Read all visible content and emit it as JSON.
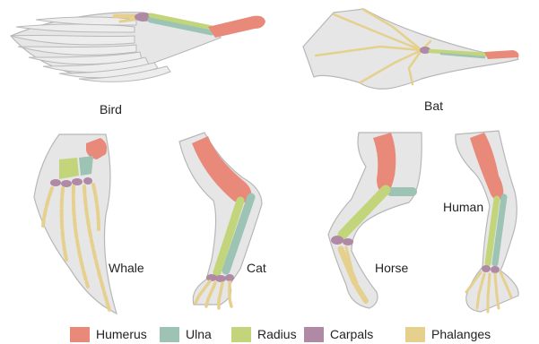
{
  "labels": {
    "bird": "Bird",
    "bat": "Bat",
    "whale": "Whale",
    "cat": "Cat",
    "horse": "Horse",
    "human": "Human"
  },
  "legend": [
    {
      "name": "humerus",
      "label": "Humerus",
      "color": "#e8897a"
    },
    {
      "name": "ulna",
      "label": "Ulna",
      "color": "#9cc3b4"
    },
    {
      "name": "radius",
      "label": "Radius",
      "color": "#c3d57a"
    },
    {
      "name": "carpals",
      "label": "Carpals",
      "color": "#b08aa5"
    },
    {
      "name": "phalanges",
      "label": "Phalanges",
      "color": "#e5d08e"
    }
  ],
  "colors": {
    "humerus": "#e8897a",
    "ulna": "#9cc3b4",
    "radius": "#c3d57a",
    "carpals": "#b08aa5",
    "phalanges": "#e5d08e",
    "skin": "#e6e6e6"
  }
}
